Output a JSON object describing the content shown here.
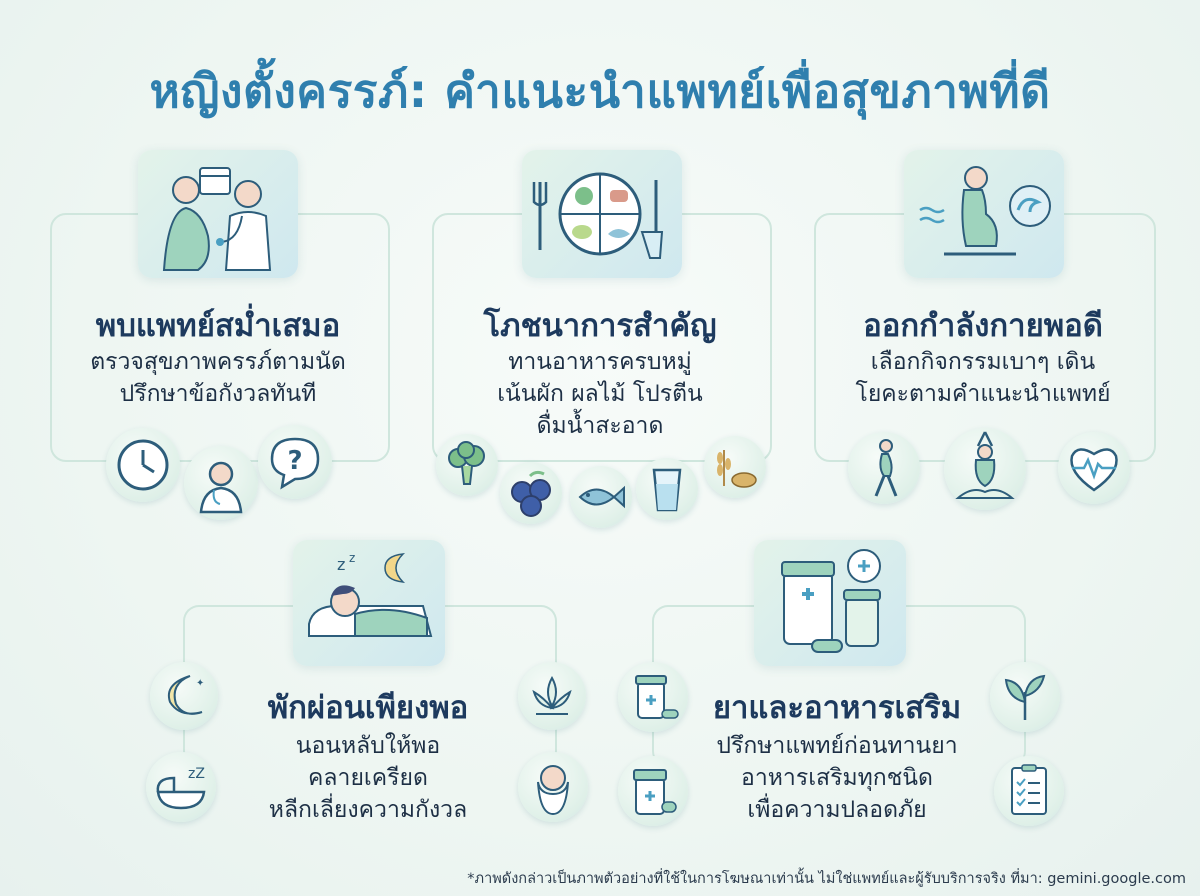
{
  "title": "หญิงตั้งครรภ์: คำแนะนำแพทย์เพื่อสุขภาพที่ดี",
  "cards": [
    {
      "title": "พบแพทย์สม่ำเสมอ",
      "lines": [
        "ตรวจสุขภาพครรภ์ตามนัด",
        "ปรึกษาข้อกังวลทันที"
      ],
      "hero_icon": "doctor-consultation-icon",
      "icons": [
        "clock-icon",
        "doctor-icon",
        "question-bubble-icon"
      ]
    },
    {
      "title": "โภชนาการสำคัญ",
      "lines": [
        "ทานอาหารครบหมู่",
        "เน้นผัก ผลไม้ โปรตีน",
        "ดื่มน้ำสะอาด"
      ],
      "hero_icon": "balanced-plate-icon",
      "icons": [
        "broccoli-icon",
        "blueberries-icon",
        "fish-icon",
        "water-glass-icon",
        "grains-icon"
      ]
    },
    {
      "title": "ออกกำลังกายพอดี",
      "lines": [
        "เลือกกิจกรรมเบาๆ เดิน",
        "โยคะตามคำแนะนำแพทย์"
      ],
      "hero_icon": "prenatal-exercise-icon",
      "icons": [
        "walking-icon",
        "yoga-icon",
        "heartbeat-icon"
      ]
    },
    {
      "title": "พักผ่อนเพียงพอ",
      "lines": [
        "นอนหลับให้พอ",
        "คลายเครียด",
        "หลีกเลี่ยงความกังวล"
      ],
      "hero_icon": "sleeping-woman-icon",
      "icons": [
        "moon-icon",
        "lotus-icon",
        "crib-icon",
        "baby-icon"
      ]
    },
    {
      "title": "ยาและอาหารเสริม",
      "lines": [
        "ปรึกษาแพทย์ก่อนทานยา",
        "อาหารเสริมทุกชนิด",
        "เพื่อความปลอดภัย"
      ],
      "hero_icon": "medicine-bottles-icon",
      "icons": [
        "pill-bottle-icon",
        "leaf-icon",
        "medicine-bottle-icon",
        "checklist-icon"
      ]
    }
  ],
  "footnote": "*ภาพดังกล่าวเป็นภาพตัวอย่างที่ใช้ในการโฆษณาเท่านั้น ไม่ใช่แพทย์และผู้รับบริการจริง ที่มา: gemini.google.com",
  "colors": {
    "title": "#2f7fae",
    "heading": "#1d3a5e",
    "accent": "#4a9fc2",
    "green": "#8bc9a4"
  }
}
